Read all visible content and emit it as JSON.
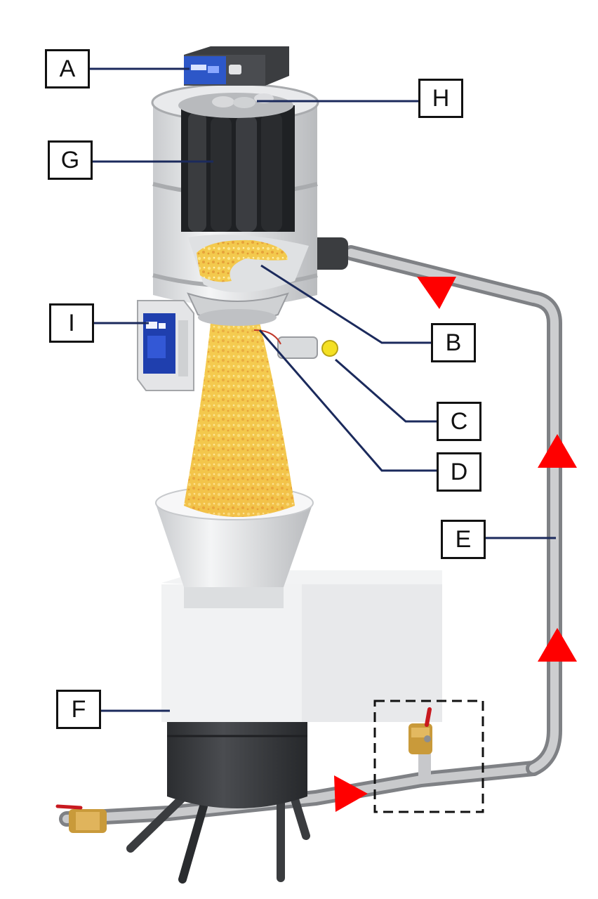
{
  "labels": {
    "A": "A",
    "B": "B",
    "C": "C",
    "D": "D",
    "E": "E",
    "F": "F",
    "G": "G",
    "H": "H",
    "I": "I"
  },
  "colors": {
    "leader_line": "#1b2a5c",
    "flow_arrow": "#ff0000",
    "pipe": "#a8aaad",
    "granules": "#f2c84b",
    "drum": "#3a3c3f",
    "hopper_body": "#e4e6e8",
    "filter_cartridges": "#2e3033",
    "control_panel": "#1f3fae",
    "valve_brass": "#c99a3a",
    "valve_handle": "#d81e1e"
  }
}
